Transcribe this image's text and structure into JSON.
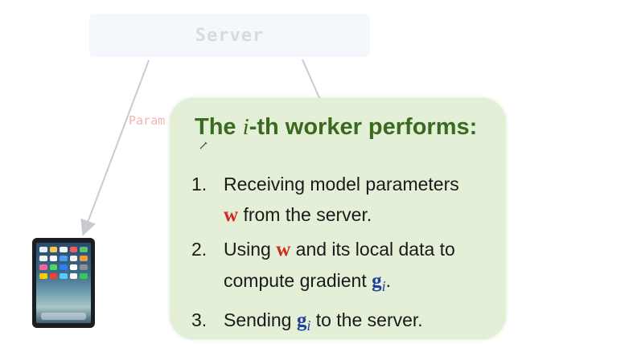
{
  "server": {
    "label": "Server"
  },
  "edge_label": "Param",
  "panel": {
    "title_prefix": "The ",
    "title_math": "i",
    "title_suffix": "-th worker performs:",
    "steps": [
      {
        "number": "1.",
        "line1": "Receiving model parameters",
        "var": "w",
        "line2_rest": " from the server."
      },
      {
        "number": "2.",
        "text_a": "Using ",
        "var_w": "w",
        "text_b": " and its local data to compute gradient  ",
        "var_g": "g",
        "var_g_sub": "i",
        "text_c": "."
      },
      {
        "number": "3.",
        "text_a": "Sending ",
        "var_g": "g",
        "var_g_sub": "i",
        "text_c": " to the server."
      }
    ]
  },
  "colors": {
    "title_green": "#3a6a1e",
    "vector_w_red": "#d42a1e",
    "vector_g_blue": "#1f3f9e",
    "panel_fill": "#e4efd7"
  }
}
